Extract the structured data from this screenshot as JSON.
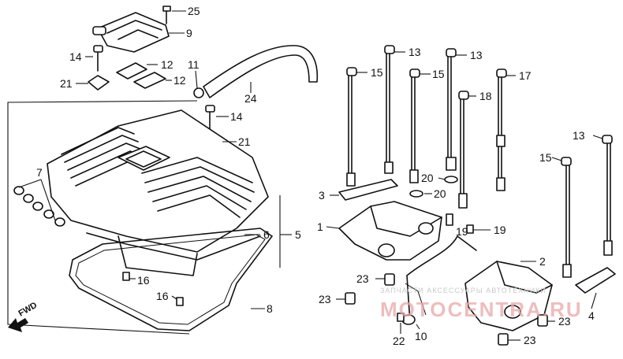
{
  "callouts": {
    "c25": "25",
    "c9": "9",
    "c14a": "14",
    "c21a": "21",
    "c12a": "12",
    "c12b": "12",
    "c11": "11",
    "c24": "24",
    "c14b": "14",
    "c21b": "21",
    "c7": "7",
    "c6": "6",
    "c5": "5",
    "c16a": "16",
    "c16b": "16",
    "c8": "8",
    "c13a": "13",
    "c13b": "13",
    "c15a": "15",
    "c15b": "15",
    "c17": "17",
    "c18": "18",
    "c3": "3",
    "c20a": "20",
    "c20b": "20",
    "c1": "1",
    "c19a": "19",
    "c19b": "19",
    "c2": "2",
    "c23a": "23",
    "c23b": "23",
    "c23c": "23",
    "c23d": "23",
    "c22": "22",
    "c10": "10",
    "c13c": "13",
    "c15c": "15",
    "c4": "4"
  },
  "fwd_label": "FWD",
  "watermark": {
    "top_text": "ЗАПЧАСТИ АКСЕССУАРЫ АВТОТЕХНИКИ",
    "brand_text": "MOTOCENTRA.RU"
  },
  "colors": {
    "line": "#111111",
    "watermark_red": "#e9a8a8",
    "background": "#ffffff"
  }
}
